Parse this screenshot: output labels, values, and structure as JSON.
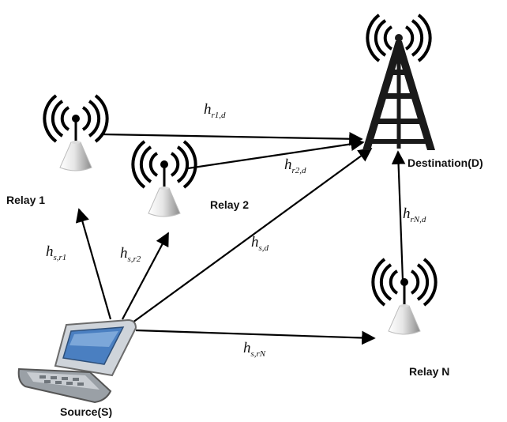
{
  "nodes": {
    "relay1": {
      "label": "Relay 1"
    },
    "relay2": {
      "label": "Relay 2"
    },
    "relayN": {
      "label": "Relay N"
    },
    "destination": {
      "label": "Destination(D)"
    },
    "source": {
      "label": "Source(S)"
    }
  },
  "links": {
    "r1_d": {
      "main": "h",
      "sub": "r1,d"
    },
    "r2_d": {
      "main": "h",
      "sub": "r2,d"
    },
    "rN_d": {
      "main": "h",
      "sub": "rN,d"
    },
    "s_r1": {
      "main": "h",
      "sub": "s,r1"
    },
    "s_r2": {
      "main": "h",
      "sub": "s,r2"
    },
    "s_d": {
      "main": "h",
      "sub": "s,d"
    },
    "s_rN": {
      "main": "h",
      "sub": "s,rN"
    }
  },
  "colors": {
    "edge": "#000000",
    "relay_body_light": "#f2f2f2",
    "relay_body_dark": "#8c8c8c",
    "tower": "#1a1a1a",
    "phone_screen": "#4a7fc1"
  },
  "icons": {
    "relay": "relay-antenna-icon",
    "destination": "cell-tower-icon",
    "source": "mobile-phone-icon"
  }
}
